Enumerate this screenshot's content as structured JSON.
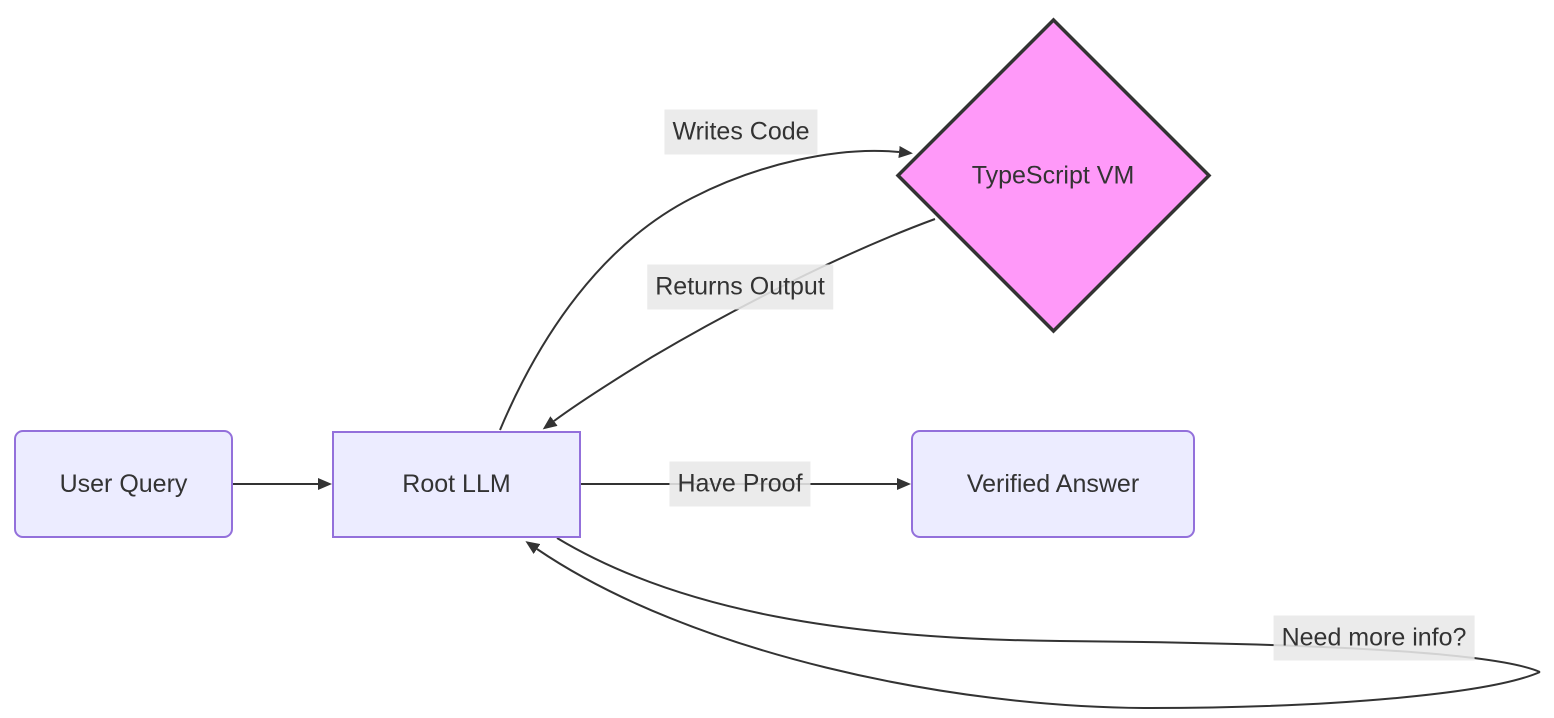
{
  "diagram": {
    "type": "flowchart",
    "nodes": [
      {
        "id": "user-query",
        "label": "User Query",
        "shape": "rounded-rectangle"
      },
      {
        "id": "root-llm",
        "label": "Root LLM",
        "shape": "rectangle"
      },
      {
        "id": "typescript-vm",
        "label": "TypeScript VM",
        "shape": "diamond"
      },
      {
        "id": "verified-answer",
        "label": "Verified Answer",
        "shape": "rounded-rectangle"
      }
    ],
    "edges": [
      {
        "from": "user-query",
        "to": "root-llm",
        "label": ""
      },
      {
        "from": "root-llm",
        "to": "typescript-vm",
        "label": "Writes Code"
      },
      {
        "from": "typescript-vm",
        "to": "root-llm",
        "label": "Returns Output"
      },
      {
        "from": "root-llm",
        "to": "verified-answer",
        "label": "Have Proof"
      },
      {
        "from": "root-llm",
        "to": "root-llm",
        "label": "Need more info?"
      }
    ],
    "colors": {
      "background": "#ffffff",
      "node_fill": "#ececff",
      "node_border": "#9370db",
      "decision_fill": "#ff99f9",
      "decision_border": "#333333",
      "edge_stroke": "#333333",
      "edge_label_bg": "#e8e8e8",
      "text": "#333333"
    }
  }
}
